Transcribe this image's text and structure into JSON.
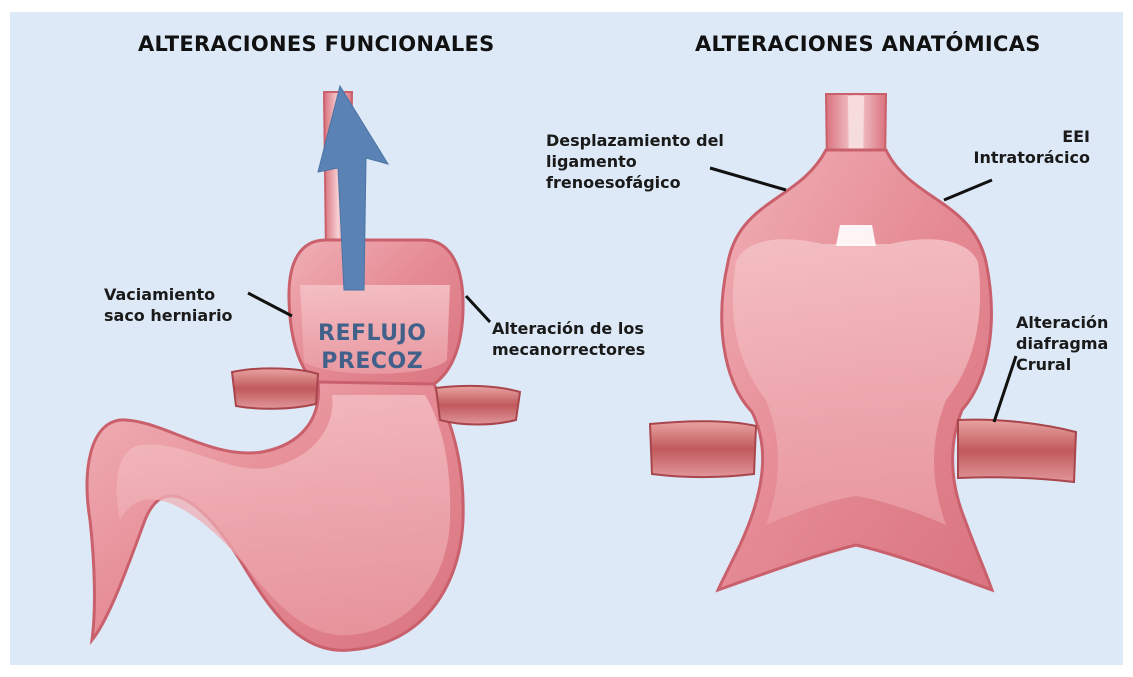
{
  "headings": {
    "left": "ALTERACIONES FUNCIONALES",
    "right": "ALTERACIONES ANATÓMICAS"
  },
  "labels": {
    "vaciamiento": "Vaciamiento\nsaco herniario",
    "mecanorrectores": "Alteración de los\nmecanorrectores",
    "reflujo": "REFLUJO\nPRECOZ",
    "desplazamiento": "Desplazamiento del\nligamento\nfrenoesofágico",
    "eei": "EEI\nIntratorácico",
    "diafragma": "Alteración\ndiafragma\nCrural"
  },
  "colors": {
    "panel_background": "#dde9f6",
    "tissue": "#e88f98",
    "tissue_light": "#f2b6bb",
    "tissue_edge": "#c9606c",
    "diaphragm": "#c25b5f",
    "arrow": "#5a82b4",
    "reflux_text": "#41618a"
  }
}
